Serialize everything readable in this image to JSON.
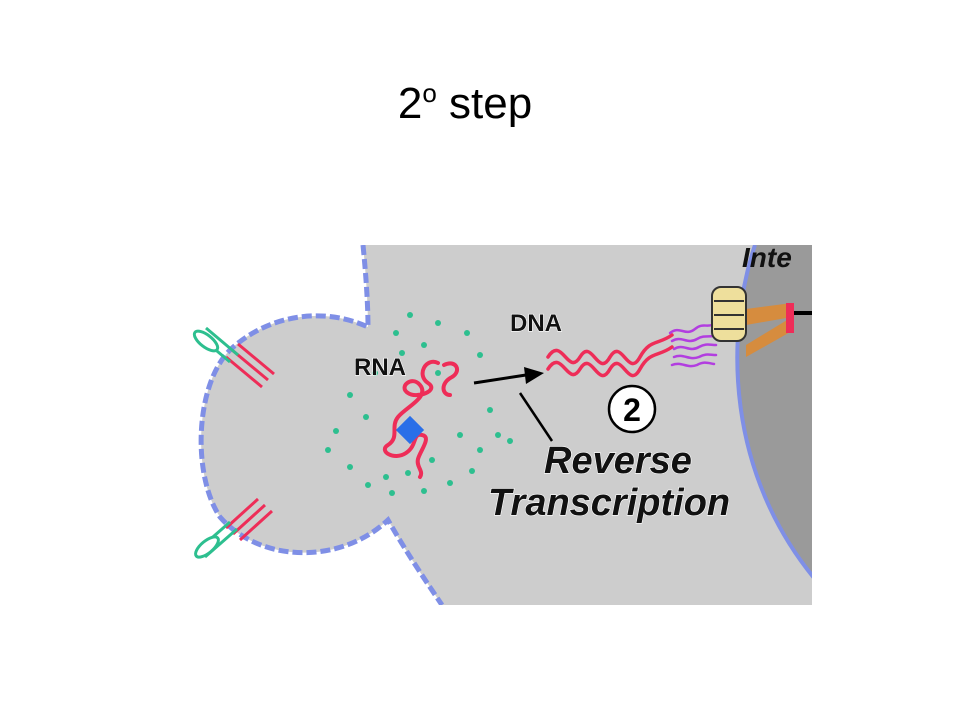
{
  "slide": {
    "title_main": "2",
    "title_superscript": "o",
    "title_rest": " step"
  },
  "diagram": {
    "label_inte": "Inte",
    "label_dna": "DNA",
    "label_rna": "RNA",
    "step_number": "2",
    "label_reverse": "Reverse",
    "label_transcription": "Transcription",
    "colors": {
      "cell_gray": "#cdcdcd",
      "nucleus_gray": "#9a9a9a",
      "membrane_blue": "#7f8fe6",
      "nucleic_acid_red": "#ee2d58",
      "capsid_teal": "#2dbf8f",
      "enzyme_blue": "#2a6fe8",
      "integrase_purple": "#b23ee0",
      "pore_yellow": "#eedf9c",
      "pore_orange": "#e08a2e"
    }
  }
}
